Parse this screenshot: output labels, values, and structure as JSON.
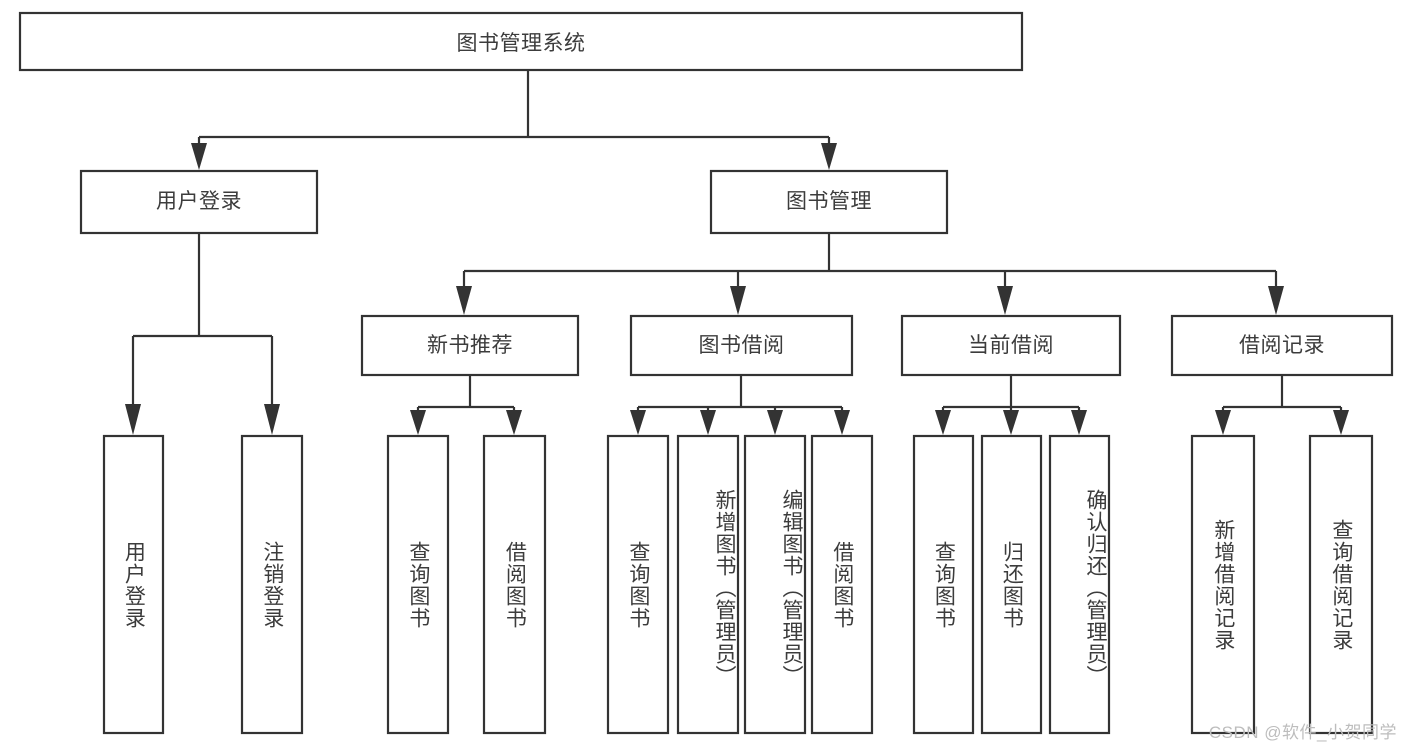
{
  "diagram": {
    "title": "图书管理系统",
    "type": "tree-hierarchy-diagram",
    "colors": {
      "box_stroke": "#333333",
      "box_fill": "#ffffff",
      "text": "#3c3c3c",
      "background": "#ffffff",
      "watermark": "#bdbdbd"
    },
    "levels": {
      "root": {
        "label": "图书管理系统"
      },
      "level2": [
        {
          "id": "user-login",
          "label": "用户登录"
        },
        {
          "id": "book-management",
          "label": "图书管理"
        }
      ],
      "level3": [
        {
          "id": "new-book-recommend",
          "label": "新书推荐"
        },
        {
          "id": "book-borrow",
          "label": "图书借阅"
        },
        {
          "id": "current-borrow",
          "label": "当前借阅"
        },
        {
          "id": "borrow-record",
          "label": "借阅记录"
        }
      ],
      "leaves": [
        {
          "id": "leaf-user-login",
          "label": "用户登录",
          "parent": "user-login"
        },
        {
          "id": "leaf-logout",
          "label": "注销登录",
          "parent": "user-login"
        },
        {
          "id": "leaf-query-book-1",
          "label": "查询图书",
          "parent": "new-book-recommend"
        },
        {
          "id": "leaf-borrow-book-1",
          "label": "借阅图书",
          "parent": "new-book-recommend"
        },
        {
          "id": "leaf-query-book-2",
          "label": "查询图书",
          "parent": "book-borrow"
        },
        {
          "id": "leaf-add-book",
          "label": "新增图书（管理员）",
          "parent": "book-borrow"
        },
        {
          "id": "leaf-edit-book",
          "label": "编辑图书（管理员）",
          "parent": "book-borrow"
        },
        {
          "id": "leaf-borrow-book-2",
          "label": "借阅图书",
          "parent": "book-borrow"
        },
        {
          "id": "leaf-query-book-3",
          "label": "查询图书",
          "parent": "current-borrow"
        },
        {
          "id": "leaf-return-book",
          "label": "归还图书",
          "parent": "current-borrow"
        },
        {
          "id": "leaf-confirm-return",
          "label": "确认归还（管理员）",
          "parent": "current-borrow"
        },
        {
          "id": "leaf-add-record",
          "label": "新增借阅记录",
          "parent": "borrow-record"
        },
        {
          "id": "leaf-query-record",
          "label": "查询借阅记录",
          "parent": "borrow-record"
        }
      ]
    },
    "watermark": "CSDN @软件_小贺同学"
  }
}
